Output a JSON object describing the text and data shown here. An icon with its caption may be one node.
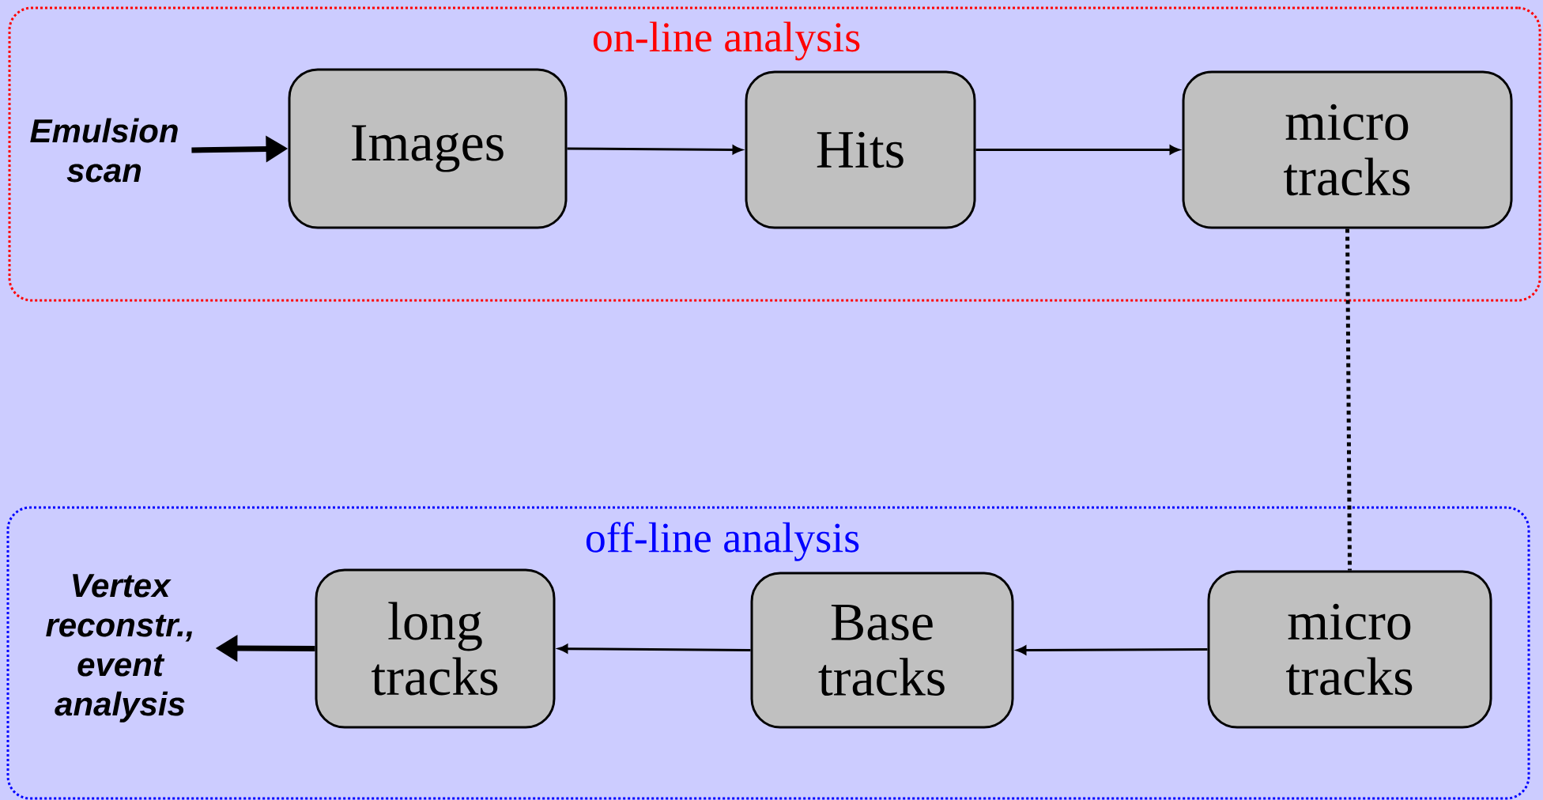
{
  "diagram": {
    "nodes": [
      {
        "text": [
          "on-line analysis"
        ]
      },
      {
        "text": [
          "Emulsion scan"
        ],
        "in": 0
      },
      {
        "text": [
          "Images"
        ],
        "in": 0
      },
      {
        "text": [
          "Hits"
        ],
        "in": 0
      },
      {
        "text": [
          "micro tracks"
        ],
        "in": 0
      },
      {
        "text": [
          "off-line analysis"
        ]
      },
      {
        "text": [
          "Vertex reconstr., event analysis"
        ],
        "in": 5
      },
      {
        "text": [
          "long tracks"
        ],
        "in": 5
      },
      {
        "text": [
          "Base tracks"
        ],
        "in": 5
      },
      {
        "text": [
          "micro tracks"
        ],
        "in": 5
      }
    ],
    "edges": [
      {
        "from": 1,
        "to": 2,
        "arrow": "to",
        "style": "thick"
      },
      {
        "from": 2,
        "to": 3,
        "arrow": "to"
      },
      {
        "from": 3,
        "to": 4,
        "arrow": "to"
      },
      {
        "from": 4,
        "to": 9,
        "arrow": "none",
        "style": "dashed"
      },
      {
        "from": 9,
        "to": 8,
        "arrow": "to"
      },
      {
        "from": 8,
        "to": 7,
        "arrow": "to"
      },
      {
        "from": 7,
        "to": 6,
        "arrow": "to",
        "style": "thick"
      }
    ]
  }
}
